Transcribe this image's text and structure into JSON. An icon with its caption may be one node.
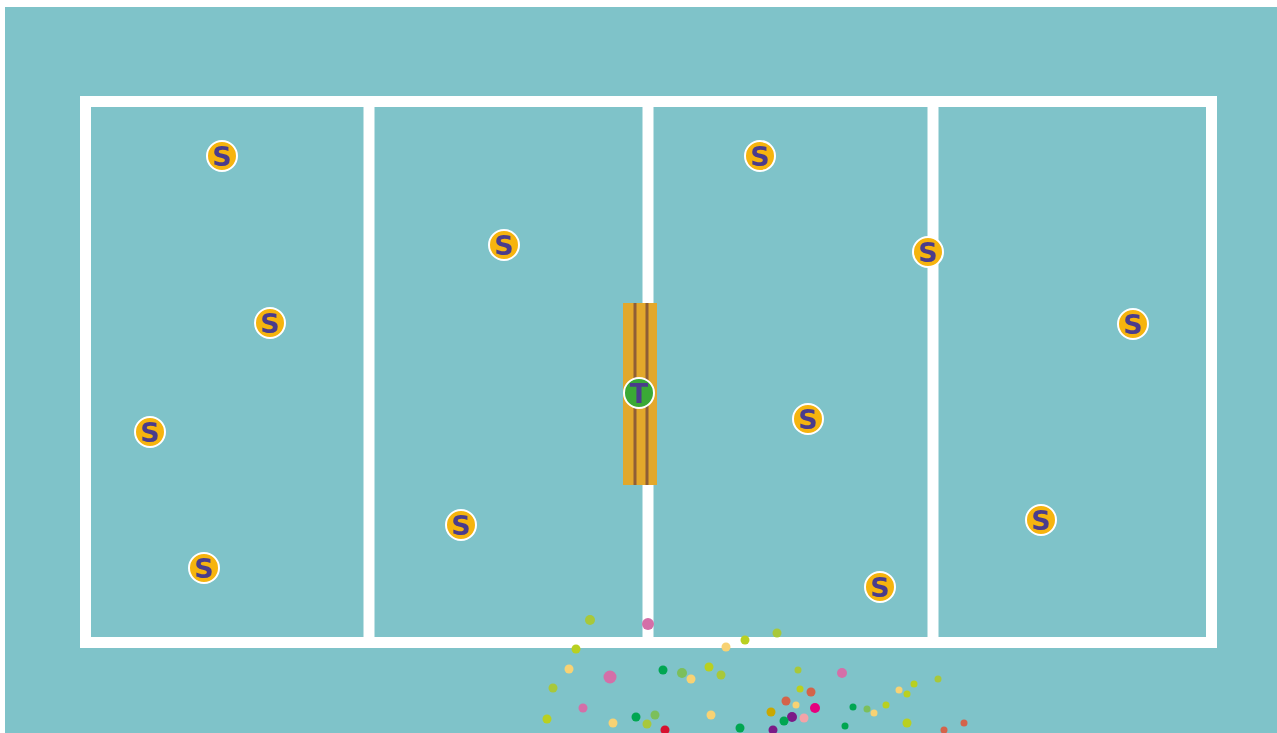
{
  "diagram": {
    "nodes": [
      {
        "text": [
          "S"
        ]
      },
      {
        "text": [
          "S"
        ]
      },
      {
        "text": [
          "S"
        ]
      },
      {
        "text": [
          "S"
        ]
      },
      {
        "text": [
          "S"
        ]
      },
      {
        "text": [
          "S"
        ]
      },
      {
        "text": [
          "T"
        ]
      },
      {
        "text": [
          "S"
        ]
      },
      {
        "text": [
          "S"
        ]
      },
      {
        "text": [
          "S"
        ]
      },
      {
        "text": [
          "S"
        ]
      },
      {
        "text": [
          "S"
        ]
      },
      {
        "text": [
          "S"
        ]
      }
    ]
  }
}
